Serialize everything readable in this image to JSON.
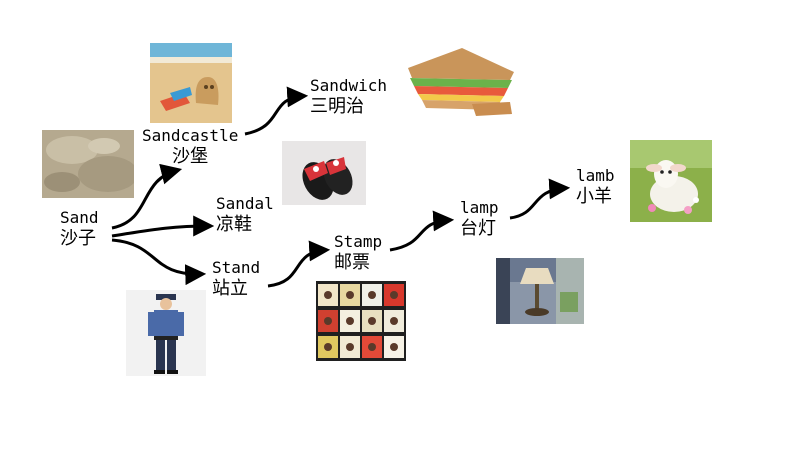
{
  "nodes": {
    "sand": {
      "en": "Sand",
      "zh": "沙子"
    },
    "sandcastle": {
      "en": "Sandcastle",
      "zh": "沙堡"
    },
    "sandwich": {
      "en": "Sandwich",
      "zh": "三明治"
    },
    "sandal": {
      "en": "Sandal",
      "zh": "凉鞋"
    },
    "stand": {
      "en": "Stand",
      "zh": "站立"
    },
    "stamp": {
      "en": "Stamp",
      "zh": "邮票"
    },
    "lamp": {
      "en": "lamp",
      "zh": "台灯"
    },
    "lamb": {
      "en": "lamb",
      "zh": "小羊"
    }
  },
  "images": [
    "sand-photo",
    "sandcastle-photo",
    "sandwich-photo",
    "sandal-photo",
    "stand-photo",
    "stamp-photo",
    "lamp-photo",
    "lamb-photo"
  ],
  "edges": [
    [
      "sand",
      "sandcastle"
    ],
    [
      "sand",
      "sandal"
    ],
    [
      "sand",
      "stand"
    ],
    [
      "sandcastle",
      "sandwich"
    ],
    [
      "stand",
      "stamp"
    ],
    [
      "stamp",
      "lamp"
    ],
    [
      "lamp",
      "lamb"
    ]
  ]
}
